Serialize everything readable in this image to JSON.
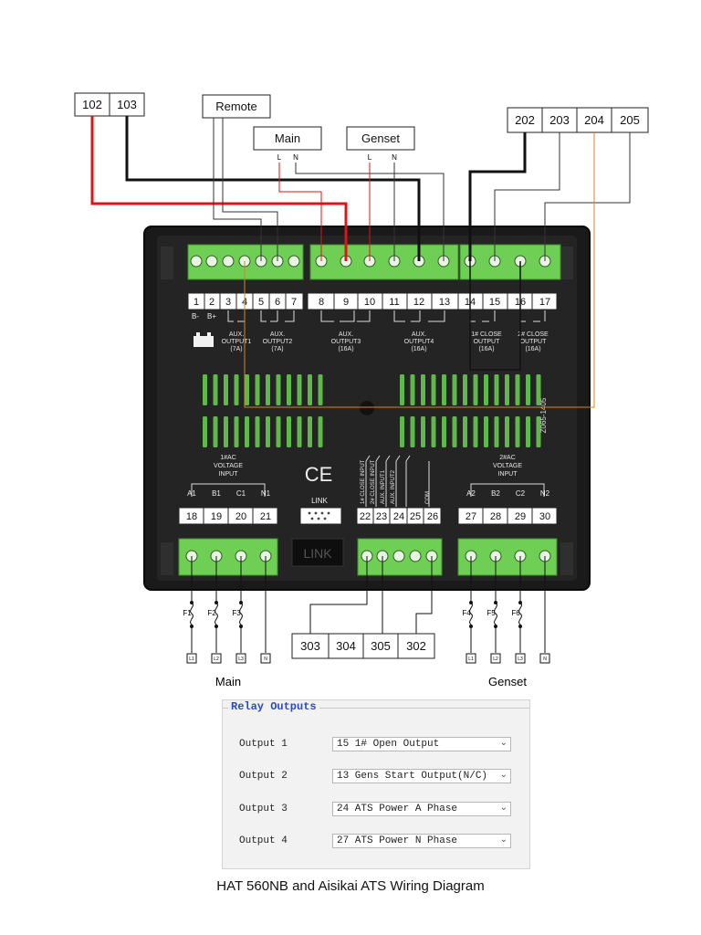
{
  "top_boxes": {
    "left_pair": [
      "102",
      "103"
    ],
    "remote": "Remote",
    "main": "Main",
    "genset": "Genset",
    "right_group": [
      "202",
      "203",
      "204",
      "205"
    ],
    "main_pins": [
      "L",
      "N"
    ],
    "genset_pins": [
      "L",
      "N"
    ]
  },
  "controller": {
    "top_terminals": [
      "1",
      "2",
      "3",
      "4",
      "5",
      "6",
      "7",
      "8",
      "9",
      "10",
      "11",
      "12",
      "13",
      "14",
      "15",
      "16",
      "17"
    ],
    "battery_labels": [
      "B-",
      "B+"
    ],
    "relay_labels": [
      {
        "name": "AUX.\nOUTPUT1",
        "rating": "(7A)"
      },
      {
        "name": "AUX.\nOUTPUT2",
        "rating": "(7A)"
      },
      {
        "name": "AUX.\nOUTPUT3",
        "rating": "(16A)"
      },
      {
        "name": "AUX.\nOUTPUT4",
        "rating": "(16A)"
      },
      {
        "name": "1# CLOSE\nOUTPUT",
        "rating": "(16A)"
      },
      {
        "name": "2# CLOSE\nOUTPUT",
        "rating": "(16A)"
      }
    ],
    "model_code": "Z065-1405",
    "left_ac_title": "1#AC\nVOLTAGE\nINPUT",
    "right_ac_title": "2#AC\nVOLTAGE\nINPUT",
    "left_phase_labels": [
      "A1",
      "B1",
      "C1",
      "N1"
    ],
    "right_phase_labels": [
      "A2",
      "B2",
      "C2",
      "N2"
    ],
    "left_ac_terminals": [
      "18",
      "19",
      "20",
      "21"
    ],
    "right_ac_terminals": [
      "27",
      "28",
      "29",
      "30"
    ],
    "ce_mark": "CE",
    "link_label": "LINK",
    "link_port": "LINK",
    "input_labels": [
      "1# CLOSE INPUT",
      "2# CLOSE INPUT",
      "AUX. INPUT1",
      "AUX. INPUT2",
      "COM"
    ],
    "input_terminals": [
      "22",
      "23",
      "24",
      "25",
      "26"
    ]
  },
  "bottom": {
    "left_fuses": [
      "F1",
      "F2",
      "F3"
    ],
    "right_fuses": [
      "F4",
      "F5",
      "F6"
    ],
    "phase_boxes": [
      "L1",
      "L2",
      "L3",
      "N"
    ],
    "number_boxes": [
      "303",
      "304",
      "305",
      "302"
    ],
    "main_label": "Main",
    "genset_label": "Genset"
  },
  "relay_outputs": {
    "title": "Relay Outputs",
    "rows": [
      {
        "label": "Output 1",
        "value": "15 1# Open Output"
      },
      {
        "label": "Output 2",
        "value": "13 Gens Start Output(N/C)"
      },
      {
        "label": "Output 3",
        "value": "24 ATS Power A Phase"
      },
      {
        "label": "Output 4",
        "value": "27 ATS Power N Phase"
      }
    ]
  },
  "caption": "HAT 560NB and Aisikai ATS Wiring Diagram",
  "colors": {
    "red_wire": "#e01414",
    "black_wire": "#111111",
    "orange_wire": "#d2862a",
    "terminal_green": "#6fcf55",
    "controller_body": "#1e1e1e"
  }
}
